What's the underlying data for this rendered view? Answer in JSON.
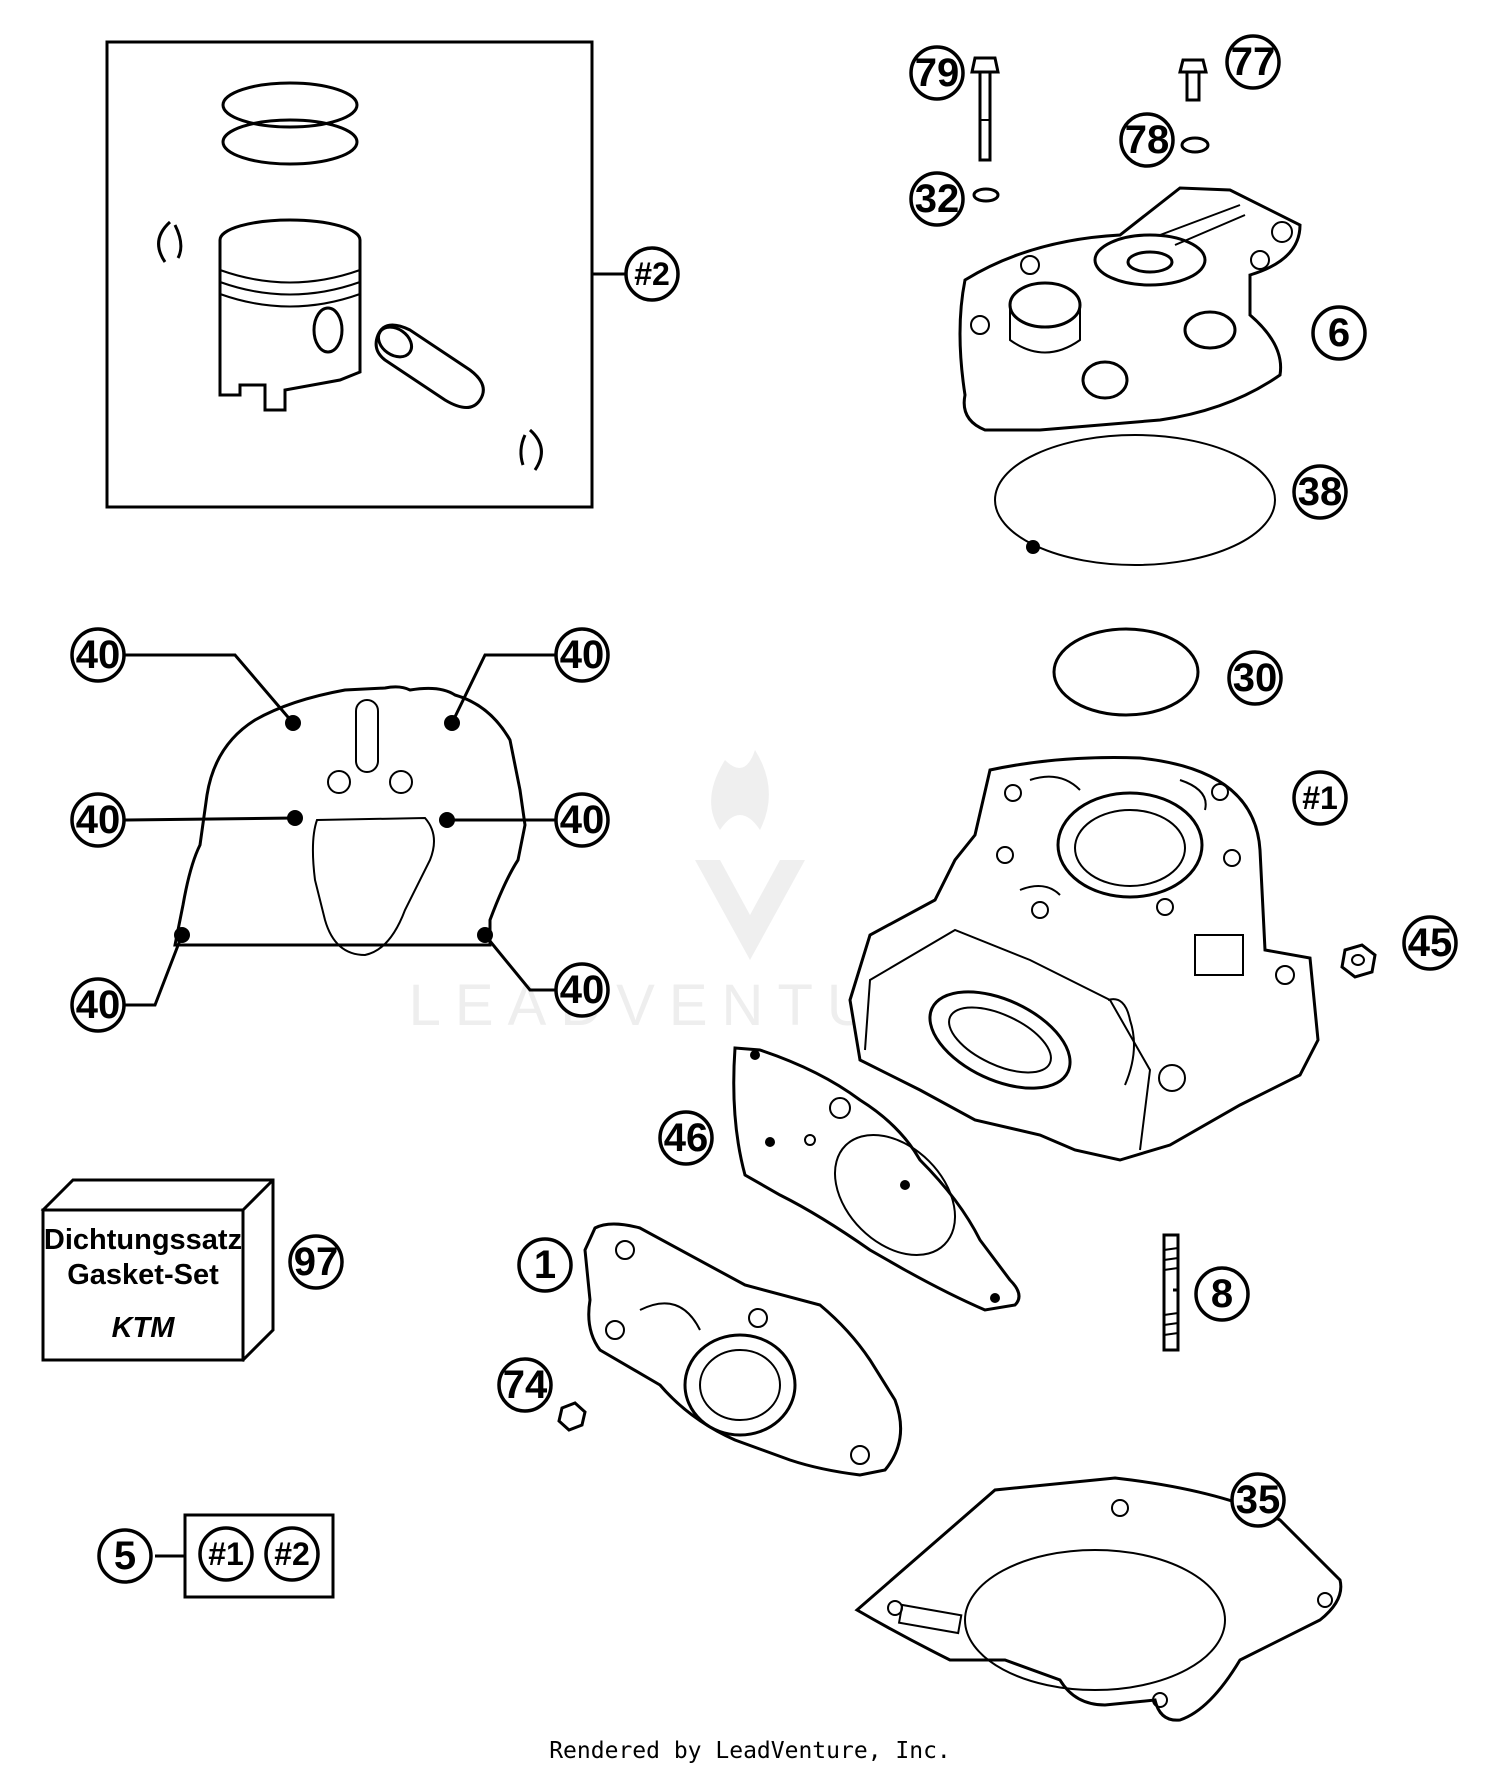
{
  "watermark": "LEADVENTURE",
  "footer": "Rendered by LeadVenture, Inc.",
  "gasket_set": {
    "line1": "Dichtungssatz",
    "line2": "Gasket-Set",
    "brand": "KTM"
  },
  "callouts": {
    "c79": "79",
    "c77": "77",
    "c78": "78",
    "c32": "32",
    "c6": "6",
    "c38": "38",
    "c2": "#2",
    "c30": "30",
    "c1hash": "#1",
    "c45": "45",
    "c46": "46",
    "c97": "97",
    "c1": "1",
    "c8": "8",
    "c74": "74",
    "c35": "35",
    "c5": "5",
    "c5a": "#1",
    "c5b": "#2",
    "c40a": "40",
    "c40b": "40",
    "c40c": "40",
    "c40d": "40",
    "c40e": "40",
    "c40f": "40"
  }
}
